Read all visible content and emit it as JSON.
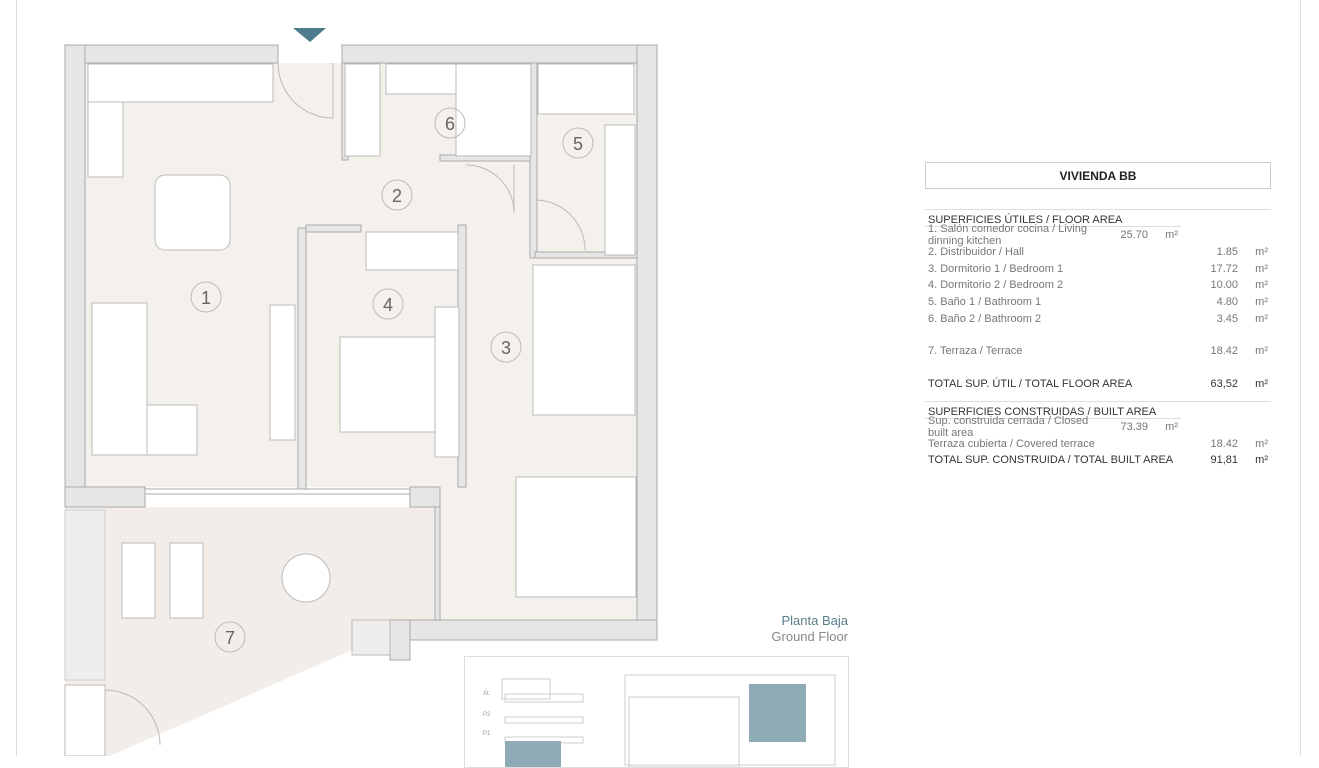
{
  "unit_title": "VIVIENDA BB",
  "floor_area": {
    "heading": "SUPERFICIES ÚTILES / FLOOR AREA",
    "rooms": [
      {
        "label": "1. Salón comedor cocina / Living dinning kitchen",
        "value": "25.70",
        "unit": "m²"
      },
      {
        "label": "2. Distribuidor / Hall",
        "value": "1.85",
        "unit": "m²"
      },
      {
        "label": "3. Dormitorio 1 / Bedroom 1",
        "value": "17.72",
        "unit": "m²"
      },
      {
        "label": "4. Dormitorio 2 / Bedroom 2",
        "value": "10.00",
        "unit": "m²"
      },
      {
        "label": "5. Baño 1 / Bathroom 1",
        "value": "4.80",
        "unit": "m²"
      },
      {
        "label": "6. Baño 2 / Bathroom 2",
        "value": "3.45",
        "unit": "m²"
      }
    ],
    "terrace": {
      "label": "7. Terraza / Terrace",
      "value": "18.42",
      "unit": "m²"
    },
    "total": {
      "label": "TOTAL SUP. ÚTIL / TOTAL FLOOR AREA",
      "value": "63,52",
      "unit": "m²"
    }
  },
  "built_area": {
    "heading": "SUPERFICIES CONSTRUIDAS / BUILT AREA",
    "rows": [
      {
        "label": "Sup. construida cerrada / Closed built area",
        "value": "73.39",
        "unit": "m²"
      },
      {
        "label": "Terraza cubierta / Covered terrace",
        "value": "18.42",
        "unit": "m²"
      }
    ],
    "total": {
      "label": "TOTAL SUP. CONSTRUIDA /  TOTAL BUILT AREA",
      "value": "91,81",
      "unit": "m²"
    }
  },
  "floor_name": {
    "es": "Planta Baja",
    "en": "Ground Floor"
  },
  "room_numbers": [
    "1",
    "2",
    "3",
    "4",
    "5",
    "6",
    "7"
  ],
  "levels": [
    "Át.",
    "P2",
    "P1"
  ],
  "colors": {
    "accent": "#4d7b8c",
    "highlight": "#8fabb6",
    "wall": "#e6e6e6",
    "floor": "#f4f0eb"
  }
}
